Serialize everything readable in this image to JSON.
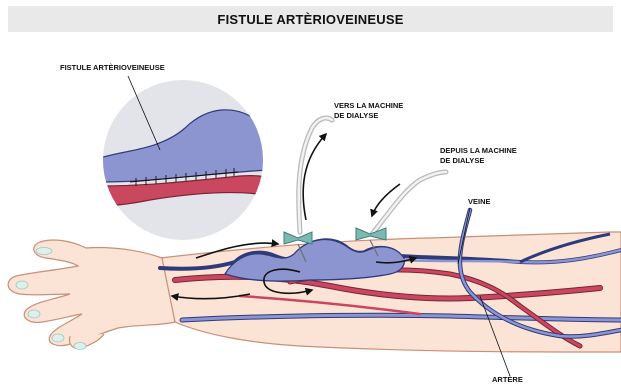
{
  "title": "FISTULE ARTÈRIOVEINEUSE",
  "labels": {
    "fistula": "FISTULE ARTÈRIOVEINEUSE",
    "to_machine_line1": "VERS LA MACHINE",
    "to_machine_line2": "DE DIALYSE",
    "from_machine_line1": "DEPUIS LA MACHINE",
    "from_machine_line2": "DE DIALYSE",
    "vein": "VEINE",
    "artery": "ARTÈRE"
  },
  "colors": {
    "skin": "#fbe3d6",
    "skin_outline": "#c98f78",
    "vein": "#8c95cf",
    "vein_outline": "#2e3a7a",
    "artery": "#c9475f",
    "artery_outline": "#7a2336",
    "needle_hub": "#7bb9b3",
    "magnifier_bg": "#e3e4ea"
  }
}
